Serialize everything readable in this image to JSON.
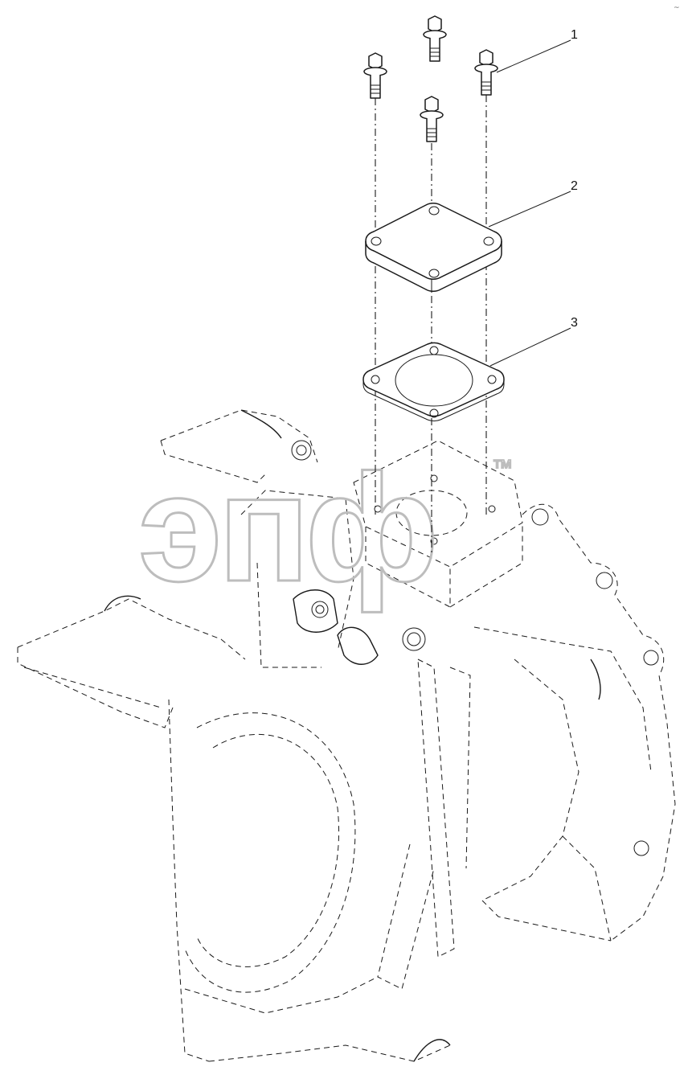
{
  "diagram": {
    "callouts": [
      {
        "id": "1",
        "label": "1"
      },
      {
        "id": "2",
        "label": "2"
      },
      {
        "id": "3",
        "label": "3"
      }
    ],
    "watermark": {
      "text": "эпф",
      "trademark": "™"
    },
    "corner_mark": "~"
  },
  "colors": {
    "line": "#1a1a1a",
    "watermark": "#bdbdbd",
    "background": "#ffffff"
  }
}
